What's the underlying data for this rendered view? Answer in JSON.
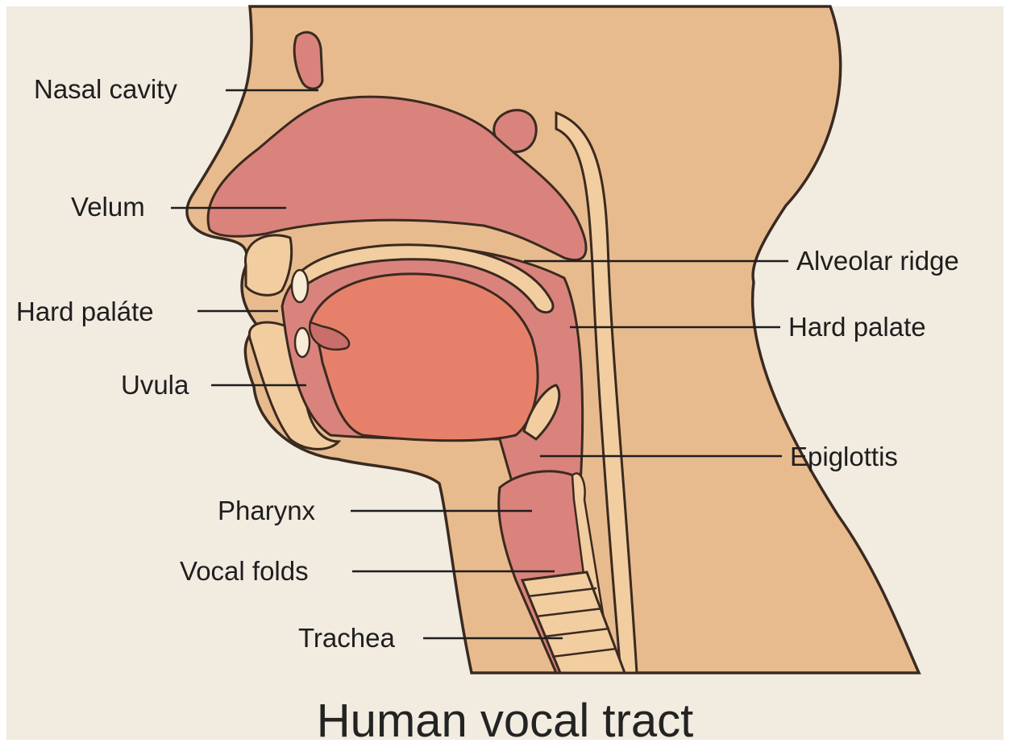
{
  "title": "Human vocal tract",
  "labels": {
    "nasal_cavity": "Nasal cavity",
    "velum": "Velum",
    "hard_palate_left": "Hard paláte",
    "uvula": "Uvula",
    "pharynx": "Pharynx",
    "vocal_folds": "Vocal folds",
    "trachea": "Trachea",
    "alveolar_ridge": "Alveolar ridge",
    "hard_palate_right": "Hard palate",
    "epiglottis": "Epiglottis"
  },
  "colors": {
    "background": "#f1ebe0",
    "skin": "#e8bb8e",
    "skin_light": "#f2cda0",
    "cavity": "#d9837c",
    "tongue": "#e7806b",
    "outline": "#3a2a20",
    "text": "#1e1e1e"
  }
}
